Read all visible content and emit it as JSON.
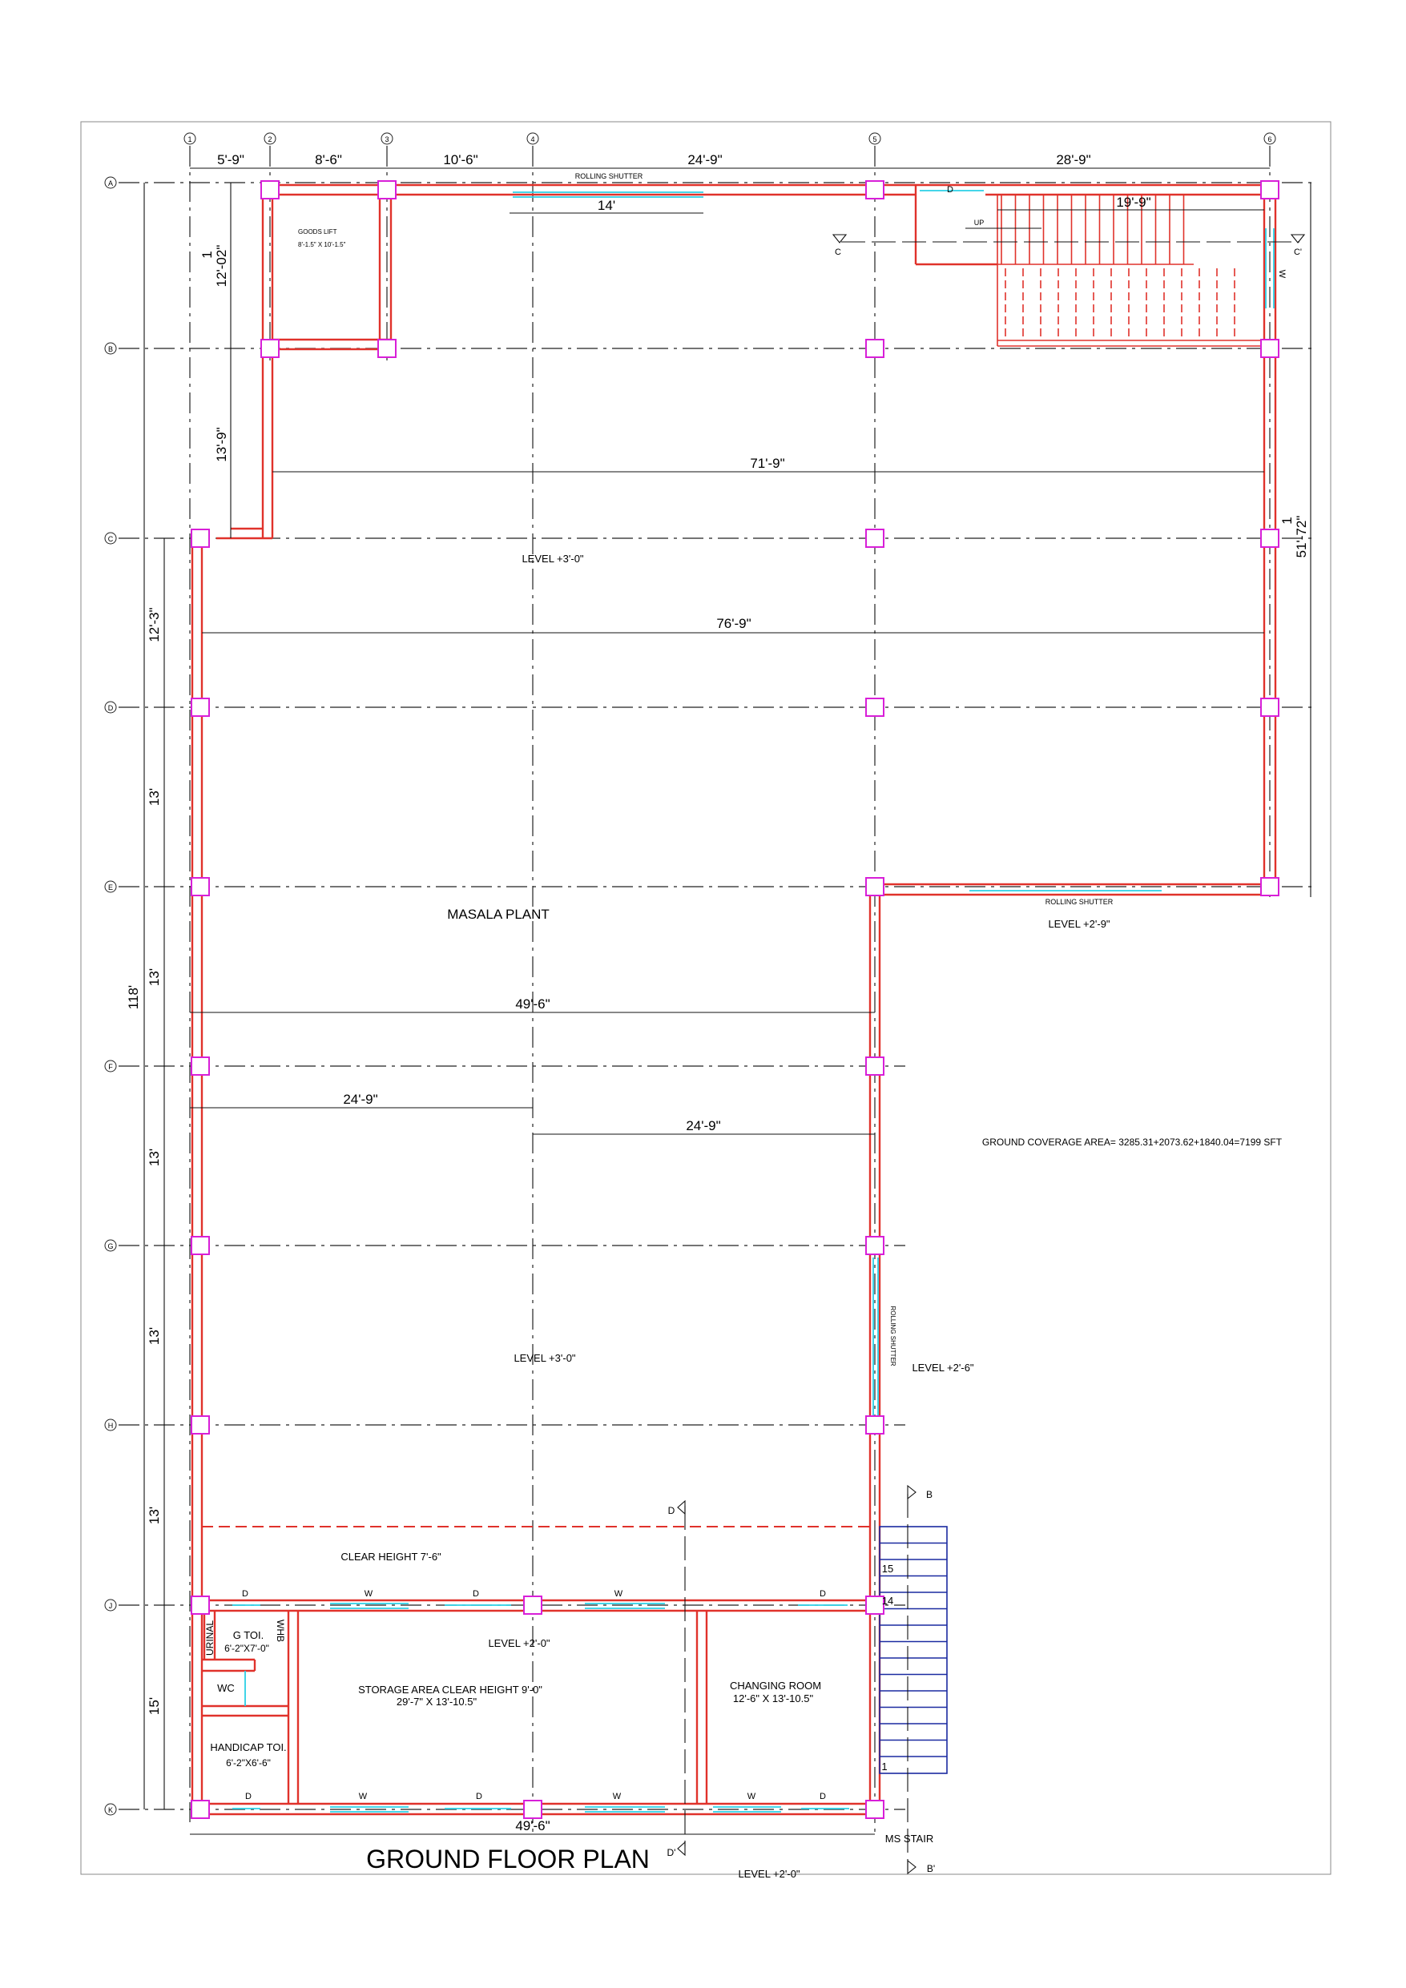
{
  "drawing": {
    "title": "GROUND FLOOR PLAN",
    "coverage_note": "GROUND COVERAGE AREA= 3285.31+2073.62+1840.04=7199 SFT",
    "accent_colors": {
      "wall": "#e0322b",
      "column": "#d81fd8",
      "opening": "#2bd0e6",
      "ms_stair": "#1a2aa0"
    }
  },
  "grid": {
    "vertical": [
      "1",
      "2",
      "3",
      "4",
      "5",
      "6"
    ],
    "horizontal": [
      "A",
      "B",
      "C",
      "D",
      "E",
      "F",
      "G",
      "H",
      "J",
      "K"
    ]
  },
  "dimensions": {
    "top": [
      "5'-9\"",
      "8'-6\"",
      "10'-6\"",
      "24'-9\"",
      "28'-9\""
    ],
    "left_outer": "118'",
    "left_bays": [
      "12'-3\"",
      "13'",
      "13'",
      "13'",
      "13'",
      "13'",
      "15'"
    ],
    "left_top_a": "12'-02\"",
    "left_top_a_num": "1",
    "left_top_b": "13'-9\"",
    "right_outer": "51'-72\"",
    "right_outer_num": "1",
    "span_71": "71'-9\"",
    "span_76": "76'-9\"",
    "span_49": "49'-6\"",
    "span_24_left": "24'-9\"",
    "span_24_right": "24'-9\"",
    "bottom": "49'-6\"",
    "shutter_14": "14'",
    "stair_19": "19'-9\""
  },
  "labels": {
    "rolling_shutter_top": "ROLLING SHUTTER",
    "rolling_shutter_mid": "ROLLING SHUTTER",
    "rolling_shutter_side": "ROLLING SHUTTER",
    "goods_lift": "GOODS LIFT",
    "goods_lift_size": "8'-1.5\" X 10'-1.5\"",
    "up": "UP",
    "level_c": "LEVEL +3'-0\"",
    "level_e": "LEVEL +2'-9\"",
    "masala_plant": "MASALA PLANT",
    "level_g": "LEVEL +3'-0\"",
    "level_side": "LEVEL +2'-6\"",
    "clear_height": "CLEAR HEIGHT 7'-6\"",
    "level_storage": "LEVEL +2'-0\"",
    "storage": "STORAGE AREA CLEAR HEIGHT 9'-0\"",
    "storage_size": "29'-7\" X 13'-10.5\"",
    "changing_room": "CHANGING ROOM",
    "changing_size": "12'-6\" X 13'-10.5\"",
    "g_toi": "G TOI.",
    "g_toi_size": "6'-2\"X7'-0\"",
    "urinal": "URINAL",
    "whb": "WHB",
    "wc": "WC",
    "handicap_toi": "HANDICAP TOI.",
    "handicap_size": "6'-2\"X6'-6\"",
    "ms_stair": "MS STAIR",
    "level_bottom": "LEVEL +2'-0\"",
    "stair_15": "15",
    "stair_14": "14",
    "stair_1": "1"
  },
  "openings": {
    "d": "D",
    "w": "W"
  },
  "sections": {
    "c": "C",
    "c_prime": "C'",
    "d": "D",
    "d_prime": "D'",
    "b": "B",
    "b_prime": "B'"
  }
}
